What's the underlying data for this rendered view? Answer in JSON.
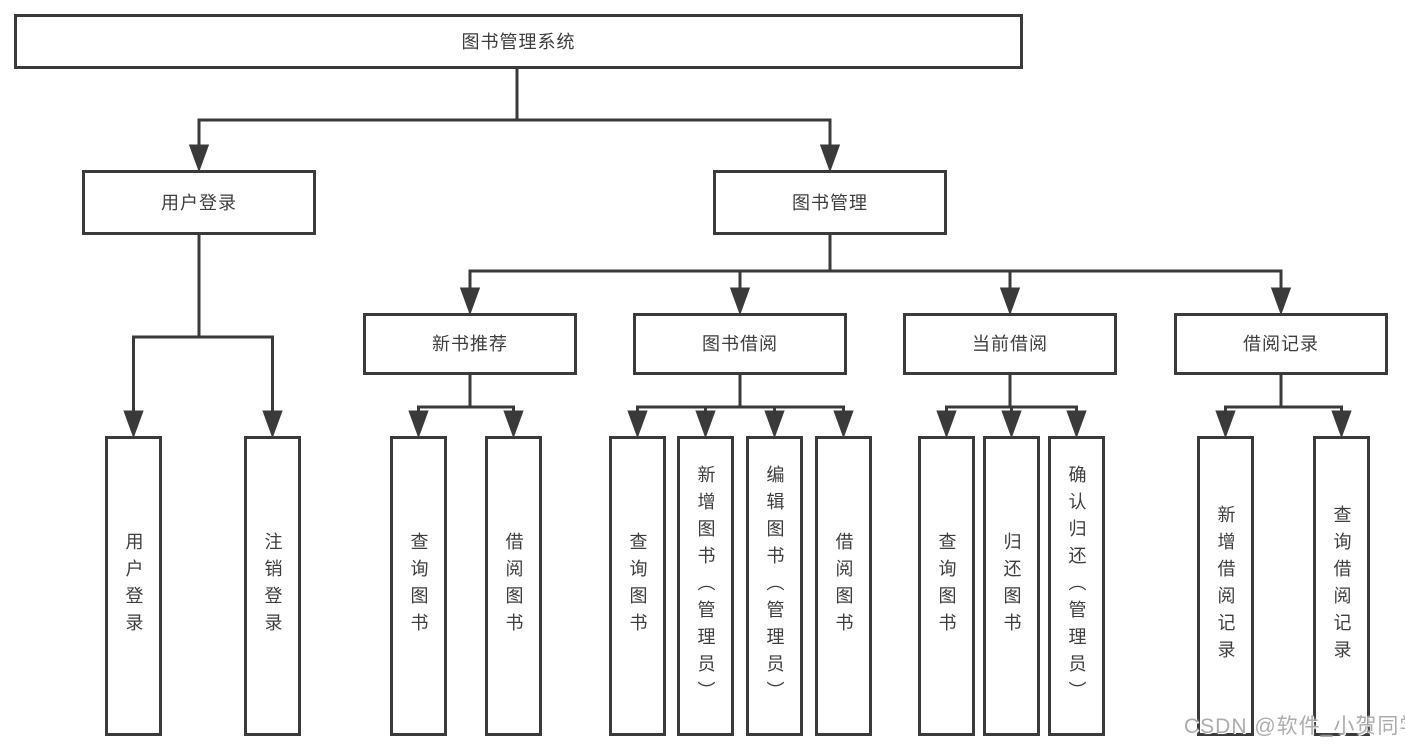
{
  "diagram": {
    "root": "图书管理系统",
    "level2": [
      "用户登录",
      "图书管理"
    ],
    "level3": [
      "新书推荐",
      "图书借阅",
      "当前借阅",
      "借阅记录"
    ],
    "leaves_user_login": [
      "用户登录",
      "注销登录"
    ],
    "leaves_new_books": [
      "查询图书",
      "借阅图书"
    ],
    "leaves_book_borrow": [
      "查询图书",
      "新增图书（管理员）",
      "编辑图书（管理员）",
      "借阅图书"
    ],
    "leaves_current_borrow": [
      "查询图书",
      "归还图书",
      "确认归还（管理员）"
    ],
    "leaves_borrow_records": [
      "新增借阅记录",
      "查询借阅记录"
    ]
  },
  "colors": {
    "line": "#3a3a3a",
    "text": "#3d3d3d",
    "box_background": "#ffffff"
  },
  "watermark": "CSDN @软件_小贺同学"
}
